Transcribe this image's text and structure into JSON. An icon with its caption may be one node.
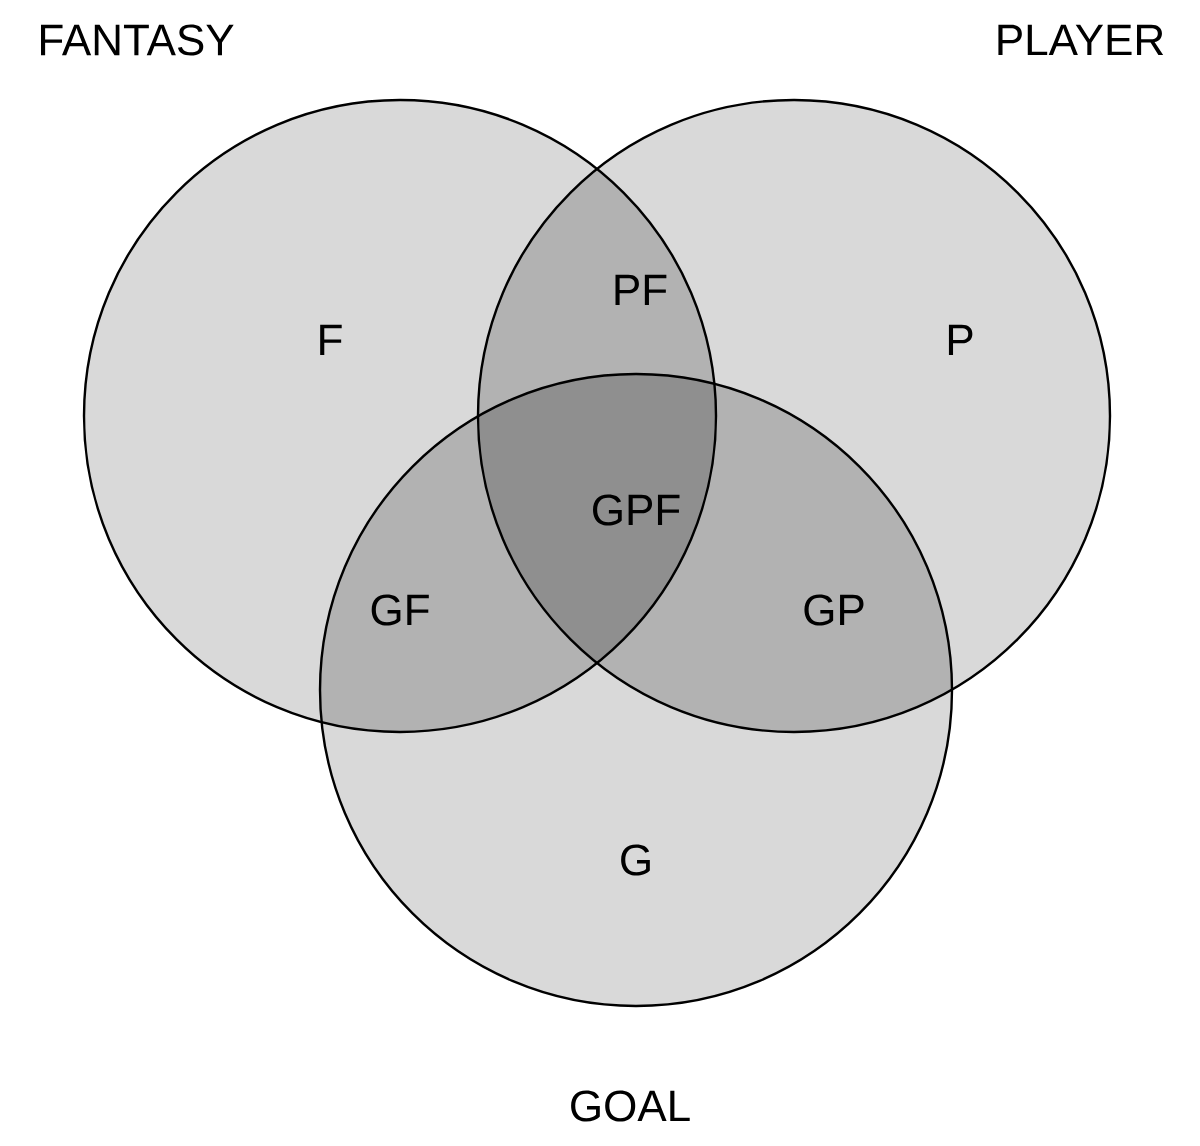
{
  "diagram": {
    "nodes": [
      {
        "text": [
          "FANTASY"
        ]
      },
      {
        "text": [
          "PLAYER"
        ]
      },
      {
        "text": [
          "GOAL"
        ]
      }
    ],
    "labels": [
      "F",
      "PF",
      "P",
      "GPF",
      "GF",
      "GP",
      "G"
    ]
  }
}
